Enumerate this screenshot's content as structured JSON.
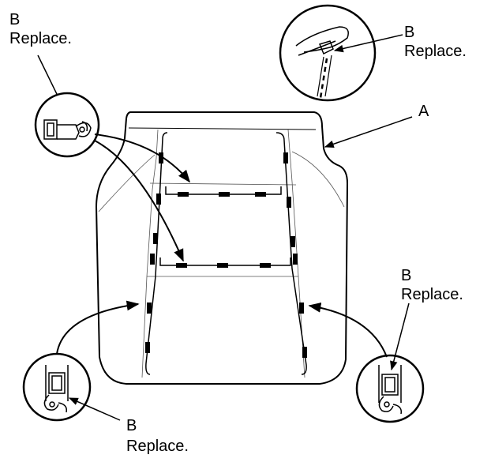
{
  "callouts": {
    "part_a": "A",
    "top_left": {
      "letter": "B",
      "text": "Replace."
    },
    "top_right": {
      "letter": "B",
      "text": "Replace."
    },
    "right": {
      "letter": "B",
      "text": "Replace."
    },
    "bottom_left": {
      "letter": "B",
      "text": "Replace."
    }
  },
  "colors": {
    "line": "#000000",
    "background": "#ffffff",
    "fill": "#ffffff"
  },
  "icons": [
    "hog-ring-clip-icon",
    "seat-cushion-pad-icon"
  ]
}
